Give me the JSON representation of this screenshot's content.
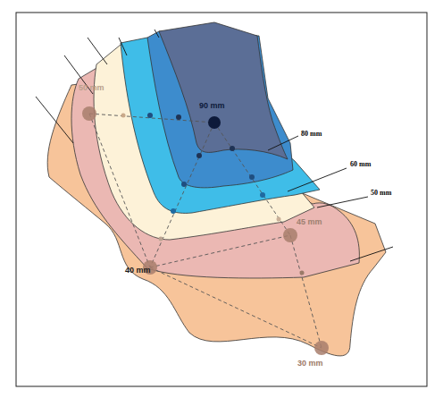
{
  "diagram": {
    "labels": [
      "50 mm",
      "90 mm",
      "80 mm",
      "60 mm",
      "50 mm",
      "45 mm",
      "40 mm",
      "30 mm"
    ]
  }
}
